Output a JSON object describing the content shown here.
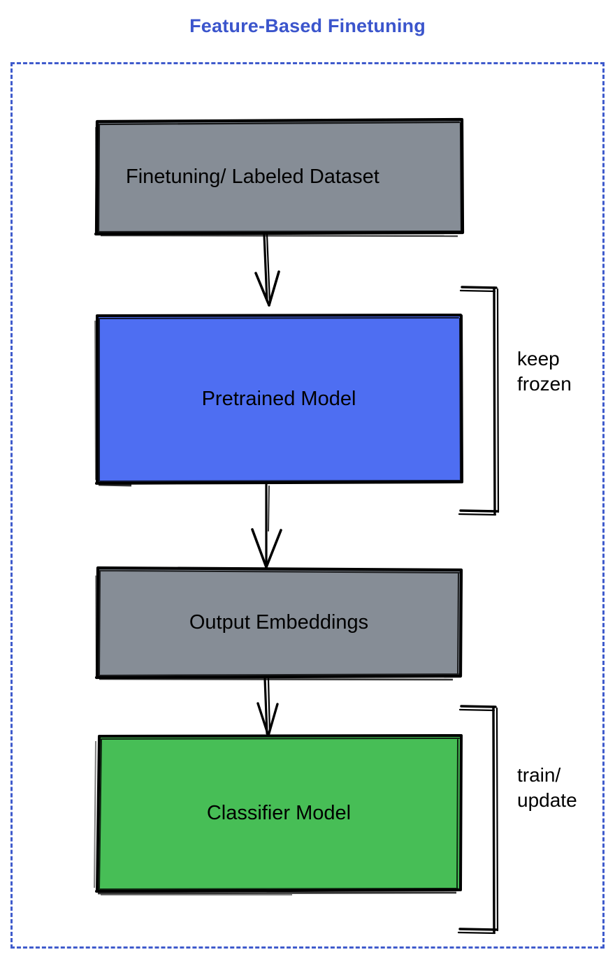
{
  "diagram": {
    "title": "Feature-Based Finetuning",
    "title_color": "#3b55cc",
    "frame_border_color": "#3f5bcc",
    "frame_border_style": "dashed",
    "background_color": "#ffffff"
  },
  "nodes": [
    {
      "id": "dataset",
      "label": "Finetuning/ Labeled Dataset",
      "fill": "#868d96",
      "stroke": "#000000",
      "align": "left"
    },
    {
      "id": "pretrained",
      "label": "Pretrained Model",
      "fill": "#4e6ef2",
      "stroke": "#000000",
      "align": "center"
    },
    {
      "id": "embeddings",
      "label": "Output Embeddings",
      "fill": "#868d96",
      "stroke": "#000000",
      "align": "center"
    },
    {
      "id": "classifier",
      "label": "Classifier Model",
      "fill": "#47be56",
      "stroke": "#000000",
      "align": "center"
    }
  ],
  "connectors": [
    {
      "id": "dataset-to-pretrained",
      "from": "dataset",
      "to": "pretrained",
      "style": "arrow"
    },
    {
      "id": "pretrained-to-embeddings",
      "from": "pretrained",
      "to": "embeddings",
      "style": "arrow"
    },
    {
      "id": "embeddings-to-classifier",
      "from": "embeddings",
      "to": "classifier",
      "style": "arrow"
    }
  ],
  "annotations": [
    {
      "id": "keep-frozen",
      "text": "keep\nfrozen",
      "target": "pretrained",
      "bracket": true
    },
    {
      "id": "train-update",
      "text": "train/\nupdate",
      "target": "classifier",
      "bracket": true
    }
  ]
}
